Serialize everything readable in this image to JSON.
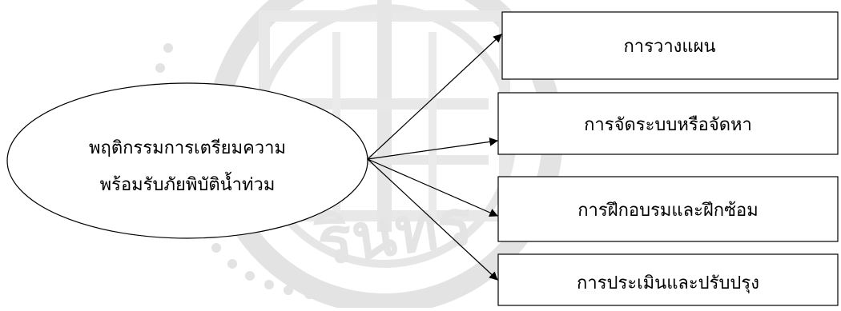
{
  "diagram": {
    "center_label_lines": [
      "พฤติกรรมการเตรียมความ",
      "พร้อมรับภัยพิบัติน้ำท่วม"
    ],
    "boxes": [
      {
        "label": "การวางแผน"
      },
      {
        "label": "การจัดระบบหรือจัดหา"
      },
      {
        "label": "การฝึกอบรมและฝึกซ้อม"
      },
      {
        "label": "การประเมินและปรับปรุง"
      }
    ],
    "watermark_text": "รินทร"
  },
  "colors": {
    "stroke": "#000000",
    "watermark": "#d9d9d9"
  }
}
